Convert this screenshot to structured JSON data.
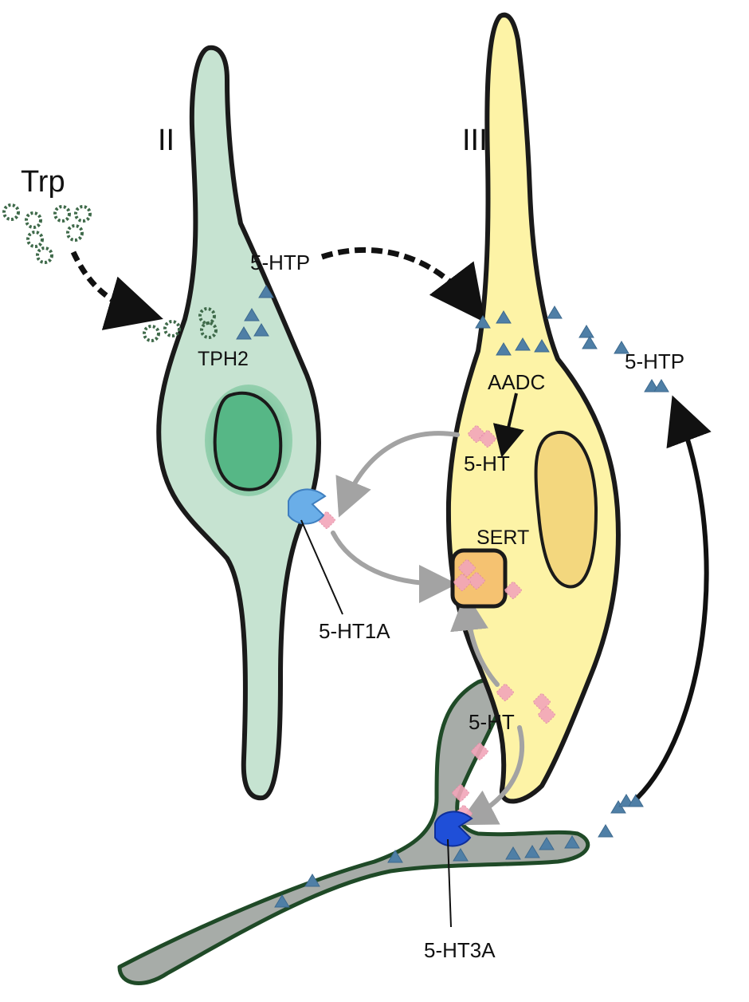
{
  "labels": {
    "cell2": "II",
    "cell3": "III",
    "trp": "Trp",
    "htp_top": "5-HTP",
    "htp_right": "5-HTP",
    "tph2": "TPH2",
    "aadc": "AADC",
    "ht_cell3": "5-HT",
    "sert": "SERT",
    "ht1a": "5-HT1A",
    "ht_mid": "5-HT",
    "ht3a": "5-HT3A"
  },
  "icons": {
    "trp": "trp-molecule-icon",
    "htp": "5-htp-triangle-icon",
    "serotonin": "serotonin-particle-icon",
    "receptor": "receptor-icon"
  },
  "colors": {
    "cell2_fill": "#c6e3d1",
    "cell2_nucleus": "#4fb382",
    "cell3_fill": "#fdf3a6",
    "cell3_nucleus": "#f3d77e",
    "fiber_fill": "#a7aca8",
    "fiber_outline": "#1f4a27",
    "triangle": "#4f7fa6",
    "serotonin": "#f2a6ba",
    "trp": "#3f6a4a",
    "ht1a_receptor": "#6aaee8",
    "ht3a_receptor": "#1f4fd8",
    "sert": "#f5c271",
    "gray_arrow": "#a3a3a3"
  }
}
